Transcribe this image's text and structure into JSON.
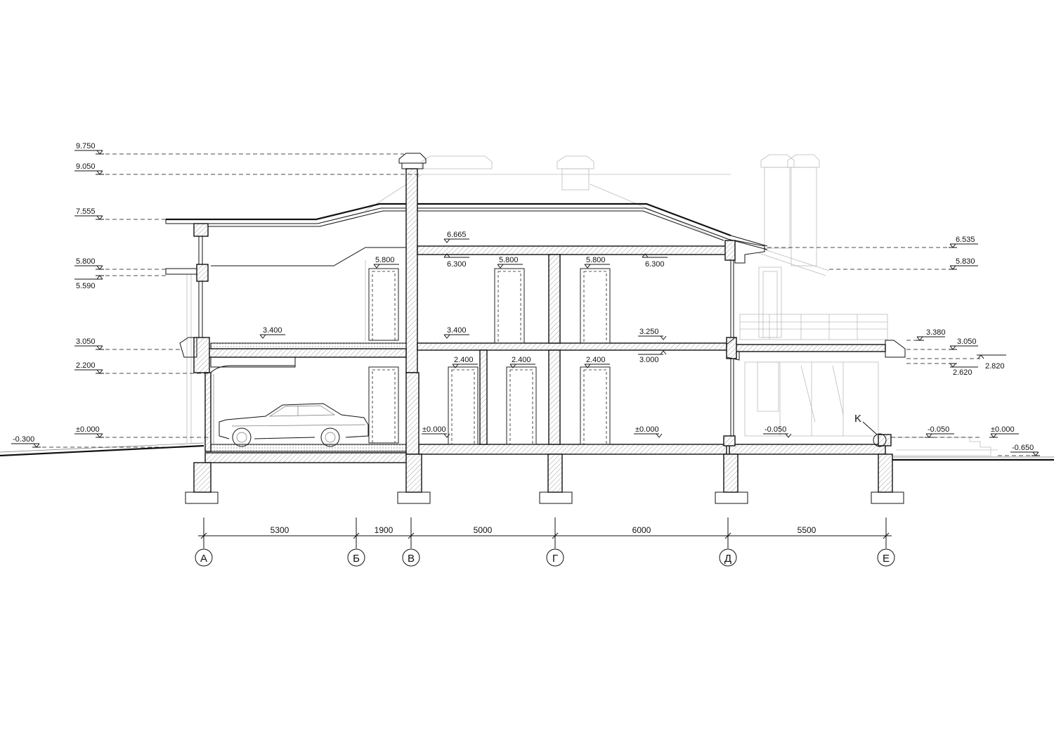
{
  "levels_left": [
    {
      "id": "l9750",
      "value": "9.750"
    },
    {
      "id": "l9050",
      "value": "9.050"
    },
    {
      "id": "l7555",
      "value": "7.555"
    },
    {
      "id": "l5800",
      "value": "5.800"
    },
    {
      "id": "l5590",
      "value": "5.590"
    },
    {
      "id": "l3050",
      "value": "3.050"
    },
    {
      "id": "l2200",
      "value": "2.200"
    },
    {
      "id": "l0000",
      "value": "±0.000"
    },
    {
      "id": "lm0300",
      "value": "-0.300"
    }
  ],
  "levels_right": [
    {
      "id": "r6535",
      "value": "6.535"
    },
    {
      "id": "r5830",
      "value": "5.830"
    },
    {
      "id": "r3380",
      "value": "3.380"
    },
    {
      "id": "r3050",
      "value": "3.050"
    },
    {
      "id": "r2820",
      "value": "2.820"
    },
    {
      "id": "r2620",
      "value": "2.620"
    },
    {
      "id": "rm0050",
      "value": "-0.050"
    },
    {
      "id": "r0000",
      "value": "±0.000"
    },
    {
      "id": "rm0650",
      "value": "-0.650"
    }
  ],
  "inner_marks": {
    "m6665": "6.665",
    "m6300a": "6.300",
    "m6300b": "6.300",
    "m5800a": "5.800",
    "m5800b": "5.800",
    "m5800c": "5.800",
    "m3400a": "3.400",
    "m3400b": "3.400",
    "m3250": "3.250",
    "m3000": "3.000",
    "m2400a": "2.400",
    "m2400b": "2.400",
    "m2400c": "2.400",
    "m0000a": "±0.000",
    "m0000b": "±0.000",
    "m0050": "-0.050",
    "node_k": "K"
  },
  "spans": [
    "5300",
    "1900",
    "5000",
    "6000",
    "5500"
  ],
  "axes": [
    "А",
    "Б",
    "В",
    "Г",
    "Д",
    "Е"
  ]
}
